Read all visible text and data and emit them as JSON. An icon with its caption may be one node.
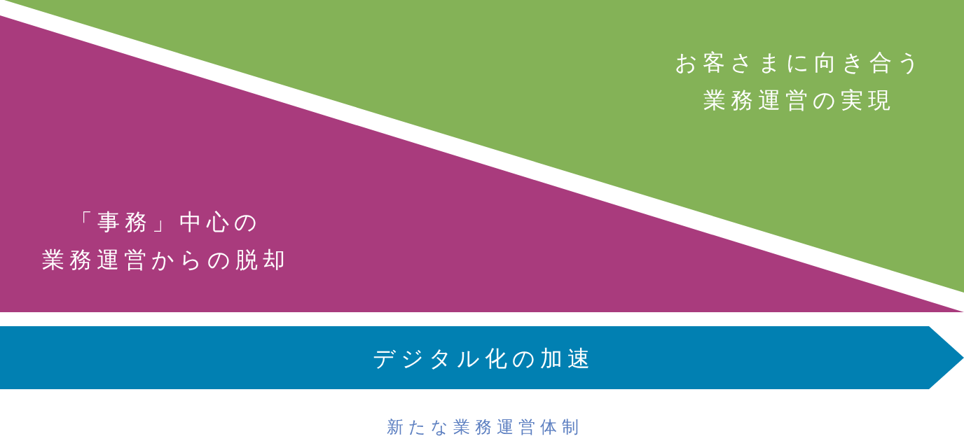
{
  "diagram": {
    "caption": "新たな業務運営体制",
    "nodes": [
      {
        "text": [
          "「事務」中心の業務運営からの脱却"
        ]
      },
      {
        "text": [
          "お客さまに向き合う業務運営の実現"
        ]
      },
      {
        "text": [
          "デジタル化の加速"
        ]
      }
    ]
  }
}
